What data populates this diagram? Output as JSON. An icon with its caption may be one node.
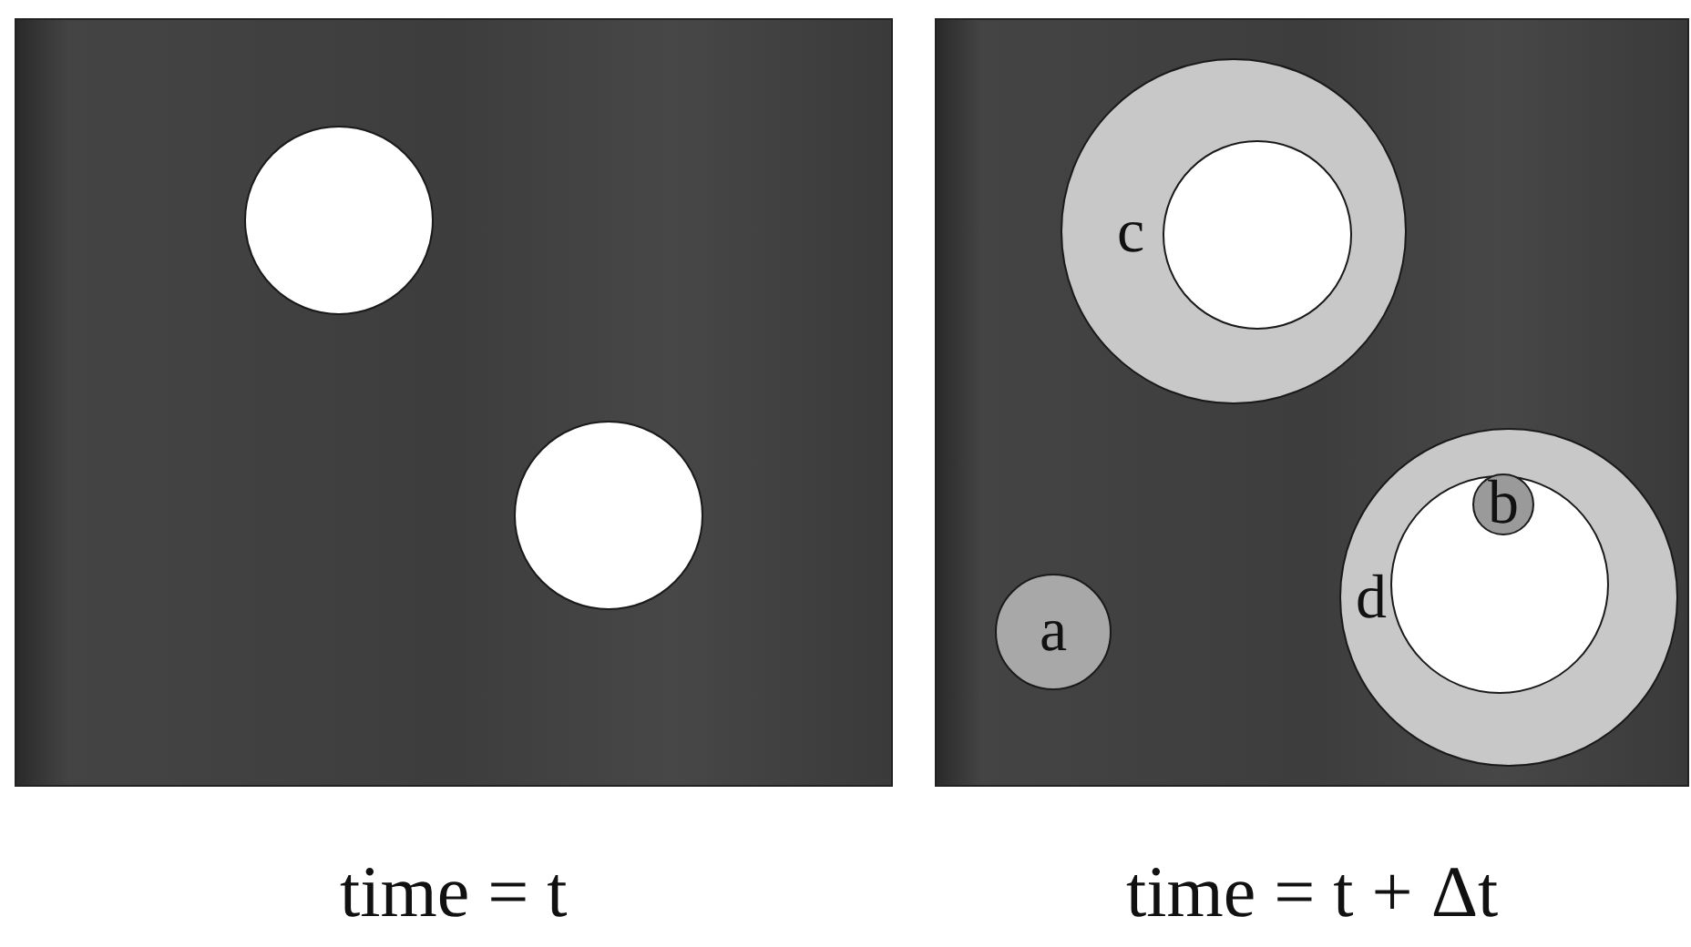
{
  "diagram": {
    "nodes": [
      {
        "text": [],
        "shape": "box",
        "beside": [
          "time = t"
        ]
      },
      {
        "text": [],
        "shape": "circle",
        "in": 0
      },
      {
        "text": [],
        "shape": "circle",
        "in": 0
      },
      {
        "text": [],
        "shape": "box",
        "beside": [
          "time = t + Δt"
        ]
      },
      {
        "text": [
          "c"
        ],
        "in": 3
      },
      {
        "text": [],
        "shape": "circle",
        "in": 4
      },
      {
        "text": [
          "d"
        ],
        "in": 3
      },
      {
        "text": [],
        "shape": "circle",
        "in": 6
      },
      {
        "text": [
          "b"
        ],
        "in": 7
      },
      {
        "text": [
          "a"
        ],
        "in": 3
      }
    ]
  }
}
